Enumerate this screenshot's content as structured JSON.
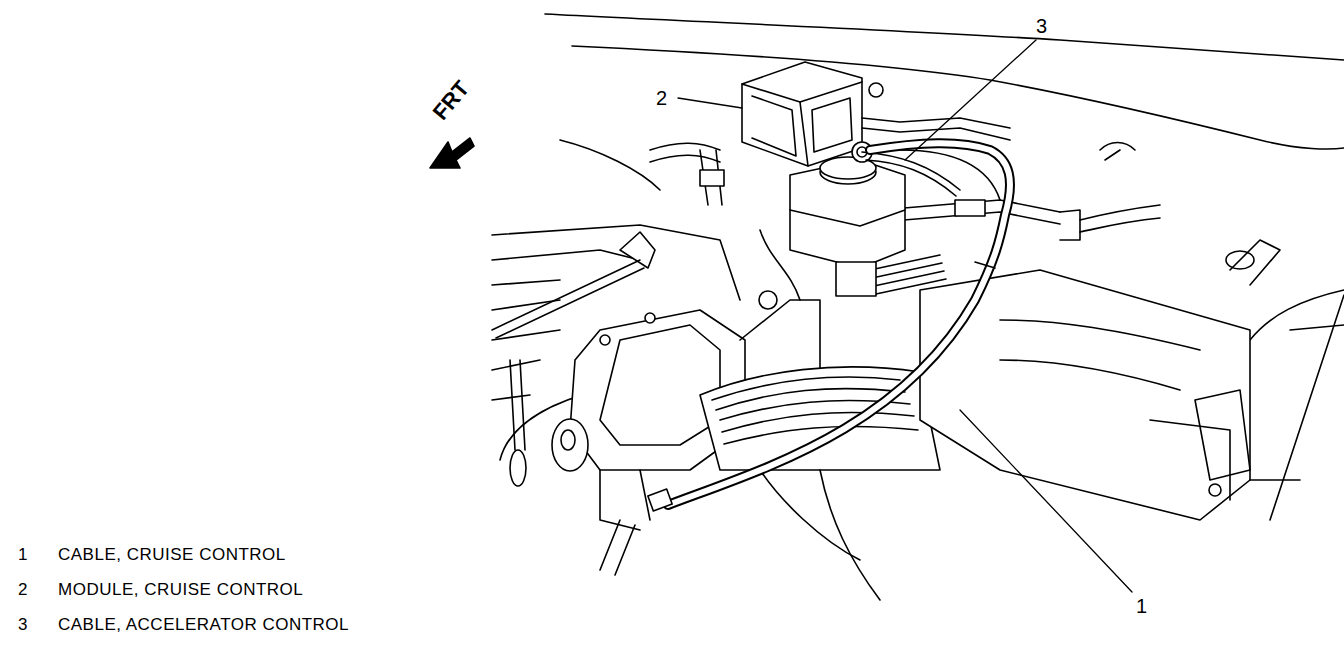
{
  "diagram": {
    "labels": [
      "FRT",
      "2",
      "3",
      "1",
      "1",
      "CABLE, CRUISE CONTROL",
      "2",
      "MODULE, CRUISE CONTROL",
      "3",
      "CABLE, ACCELERATOR CONTROL"
    ]
  }
}
